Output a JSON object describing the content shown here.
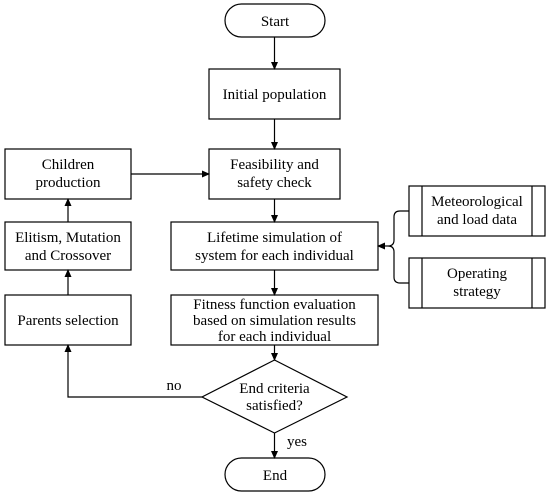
{
  "flowchart": {
    "start": "Start",
    "initial_population": "Initial population",
    "feasibility": [
      "Feasibility and",
      "safety check"
    ],
    "lifetime_simulation": [
      "Lifetime simulation of",
      "system for each individual"
    ],
    "fitness_evaluation": [
      "Fitness function evaluation",
      "based on simulation results",
      "for each individual"
    ],
    "end_criteria": [
      "End criteria",
      "satisfied?"
    ],
    "end": "End",
    "children_production": [
      "Children",
      "production"
    ],
    "elitism": [
      "Elitism, Mutation",
      "and Crossover"
    ],
    "parents_selection": "Parents selection",
    "meteorological": [
      "Meteorological",
      "and load data"
    ],
    "operating_strategy": [
      "Operating",
      "strategy"
    ],
    "label_no": "no",
    "label_yes": "yes"
  }
}
